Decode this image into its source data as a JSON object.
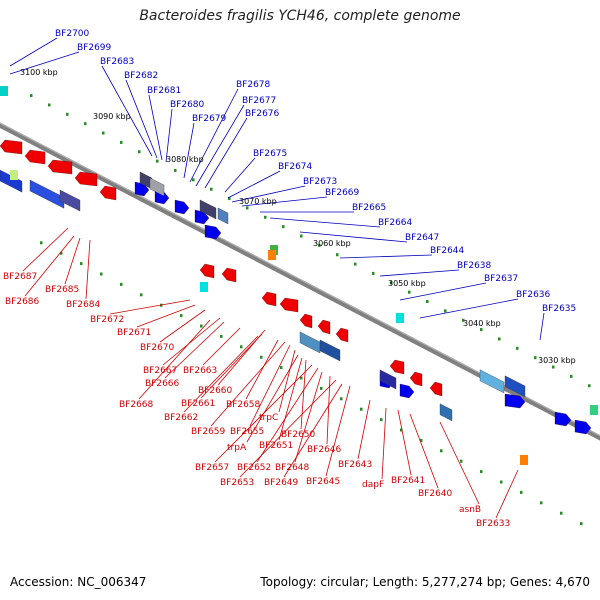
{
  "header": {
    "title": "Bacteroides fragilis YCH46, complete genome"
  },
  "footer": {
    "accession": "Accession: NC_006347",
    "summary": "Topology: circular; Length: 5,277,274 bp; Genes: 4,670"
  },
  "scale_labels": [
    "3100 kbp",
    "3090 kbp",
    "3080 kbp",
    "3070 kbp",
    "3060 kbp",
    "3050 kbp",
    "3040 kbp",
    "3030 kbp"
  ],
  "labels_top": [
    "BF2700",
    "BF2699",
    "BF2683",
    "BF2682",
    "BF2681",
    "BF2680",
    "BF2679",
    "BF2678",
    "BF2677",
    "BF2676",
    "BF2675",
    "BF2674",
    "BF2673",
    "BF2669",
    "BF2665",
    "BF2664",
    "BF2647",
    "BF2644",
    "BF2638",
    "BF2637",
    "BF2636",
    "BF2635"
  ],
  "labels_bottom": [
    "BF2687",
    "BF2686",
    "BF2685",
    "BF2684",
    "BF2672",
    "BF2671",
    "BF2670",
    "BF2667",
    "BF2666",
    "BF2663",
    "BF2668",
    "BF2660",
    "BF2661",
    "BF2658",
    "BF2662",
    "BF2659",
    "BF2655",
    "trpC",
    "trpA",
    "BF2651",
    "BF2650",
    "BF2657",
    "BF2652",
    "BF2648",
    "BF2646",
    "BF2653",
    "BF2649",
    "BF2645",
    "BF2643",
    "dapF",
    "BF2641",
    "BF2640",
    "asnB",
    "BF2633"
  ],
  "colors": {
    "forward_label": "#0000c0",
    "reverse_label": "#d00000",
    "forward_gene": "#0000ee",
    "reverse_gene": "#ee0000",
    "backbone": "#808080",
    "scale_dot": "#2a8a2a"
  }
}
